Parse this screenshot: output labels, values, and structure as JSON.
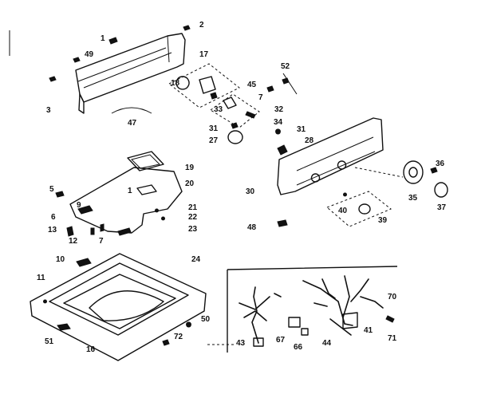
{
  "callouts": [
    "2",
    "1",
    "49",
    "17",
    "3",
    "18",
    "52",
    "45",
    "7",
    "32",
    "33",
    "34",
    "47",
    "31",
    "31",
    "27",
    "28",
    "19",
    "36",
    "20",
    "5",
    "1",
    "9",
    "30",
    "21",
    "6",
    "22",
    "35",
    "37",
    "40",
    "39",
    "13",
    "23",
    "12",
    "7",
    "48",
    "10",
    "24",
    "11",
    "70",
    "50",
    "72",
    "51",
    "16",
    "43",
    "67",
    "66",
    "44",
    "41",
    "71"
  ]
}
